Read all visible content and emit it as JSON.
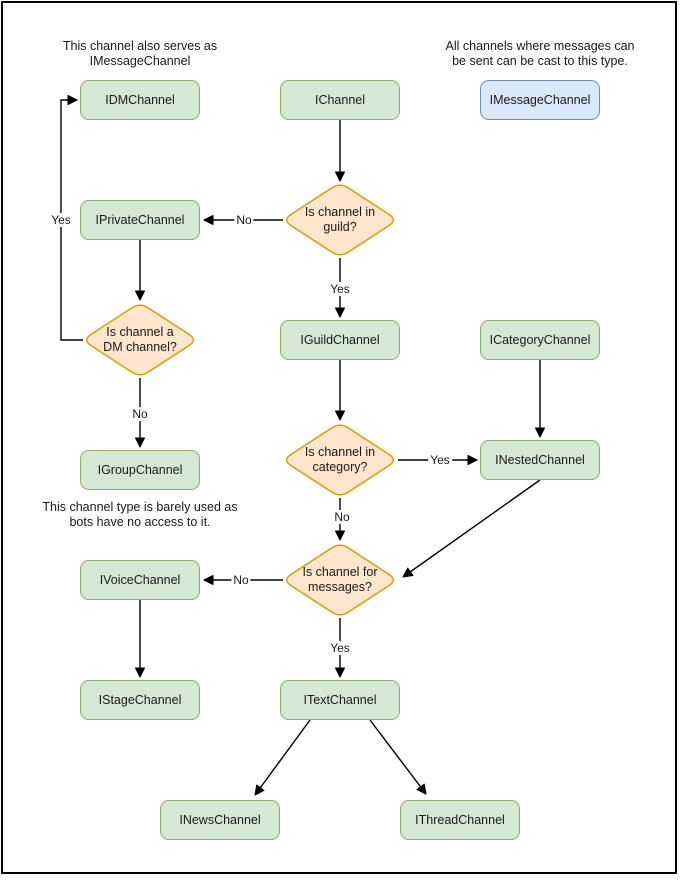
{
  "notes": {
    "dm_note": "This channel also serves as\nIMessageChannel",
    "message_note": "All channels where messages can\nbe sent can be cast to this type.",
    "group_note": "This channel type is barely used as\nbots have no access to it."
  },
  "nodes": {
    "idm": {
      "label": "IDMChannel"
    },
    "ichannel": {
      "label": "IChannel"
    },
    "imessage": {
      "label": "IMessageChannel"
    },
    "iprivate": {
      "label": "IPrivateChannel"
    },
    "iguild": {
      "label": "IGuildChannel"
    },
    "icategory": {
      "label": "ICategoryChannel"
    },
    "igroup": {
      "label": "IGroupChannel"
    },
    "inested": {
      "label": "INestedChannel"
    },
    "ivoice": {
      "label": "IVoiceChannel"
    },
    "istage": {
      "label": "IStageChannel"
    },
    "itext": {
      "label": "ITextChannel"
    },
    "inews": {
      "label": "INewsChannel"
    },
    "ithread": {
      "label": "IThreadChannel"
    }
  },
  "decisions": {
    "guild": {
      "label": "Is channel in\nguild?"
    },
    "dm": {
      "label": "Is channel a\nDM channel?"
    },
    "category": {
      "label": "Is channel in\ncategory?"
    },
    "messages": {
      "label": "Is channel for\nmessages?"
    }
  },
  "edge_labels": {
    "guild_no": "No",
    "guild_yes": "Yes",
    "dm_yes": "Yes",
    "dm_no": "No",
    "category_yes": "Yes",
    "category_no": "No",
    "messages_no": "No",
    "messages_yes": "Yes"
  },
  "colors": {
    "node_fill_green": "#d5e8d4",
    "node_border_green": "#82b366",
    "node_fill_blue": "#dae8fc",
    "node_border_blue": "#6c8ebf",
    "decision_fill": "#ffe6cc",
    "decision_border": "#d79b00",
    "arrow": "#000000",
    "text": "#1a1a1a",
    "background": "#ffffff"
  }
}
